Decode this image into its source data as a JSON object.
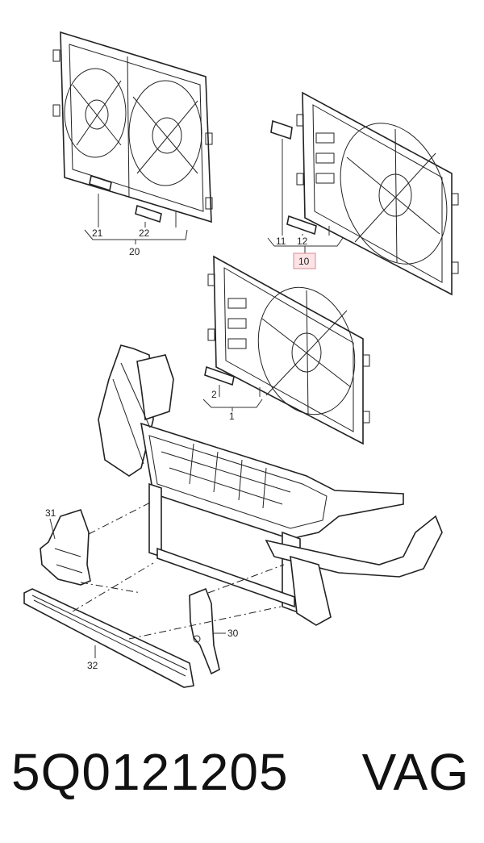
{
  "diagram": {
    "callouts": {
      "c21": "21",
      "c22": "22",
      "c20": "20",
      "c11": "11",
      "c12": "12",
      "c10": "10",
      "c2": "2",
      "c1": "1",
      "c31": "31",
      "c30": "30",
      "c32": "32"
    },
    "highlighted_callout": "10",
    "highlight_color": "#fbe3e6"
  },
  "footer": {
    "part_number": "5Q0121205",
    "brand": "VAG"
  }
}
